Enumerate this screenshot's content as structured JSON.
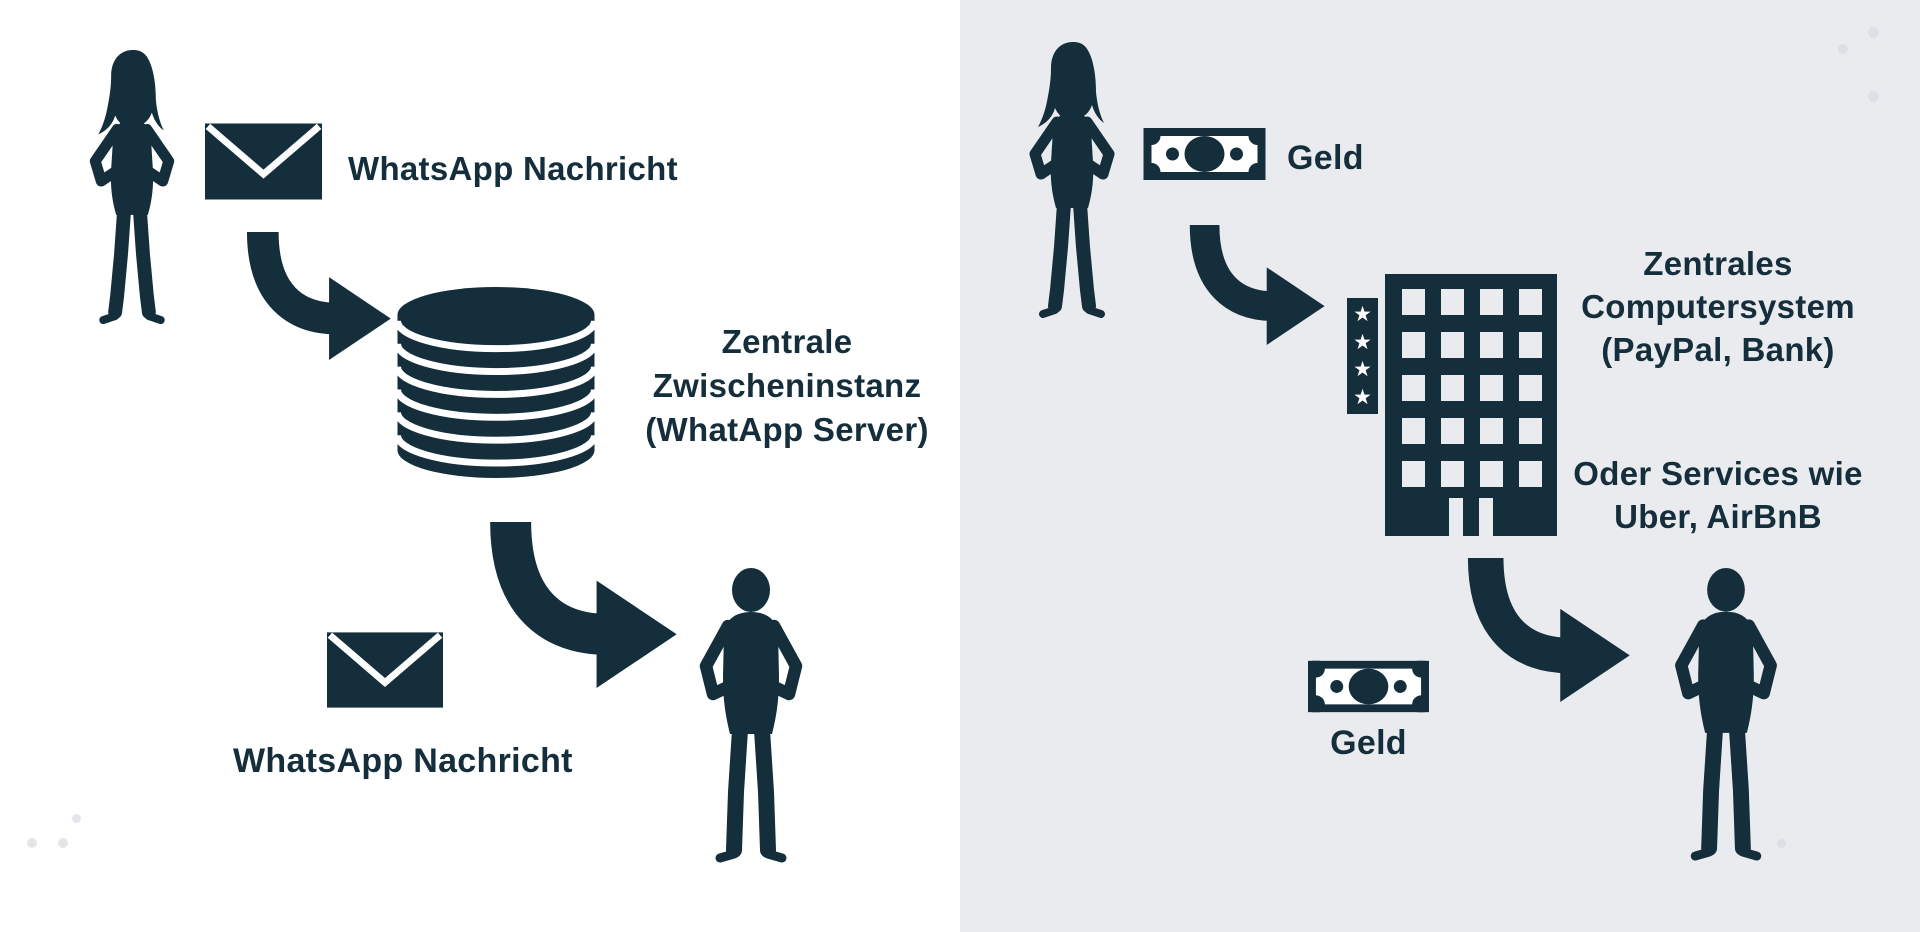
{
  "colors": {
    "ink": "#152e3b",
    "panel_left_bg": "#ffffff",
    "panel_right_bg": "#e9ebef",
    "dot_left": "#e3e5e9",
    "dot_right": "#dcdfe4"
  },
  "icons": {
    "star_glyph": "★"
  },
  "left_panel": {
    "message_label_top": "WhatsApp Nachricht",
    "server_label": [
      "Zentrale",
      "Zwischeninstanz",
      "(WhatApp Server)"
    ],
    "message_label_bottom": "WhatsApp Nachricht"
  },
  "right_panel": {
    "money_label_top": "Geld",
    "system_label": [
      "Zentrales",
      "Computersystem",
      "(PayPal, Bank)"
    ],
    "services_label": [
      "Oder Services wie",
      "Uber, AirBnB"
    ],
    "money_label_bottom": "Geld"
  }
}
